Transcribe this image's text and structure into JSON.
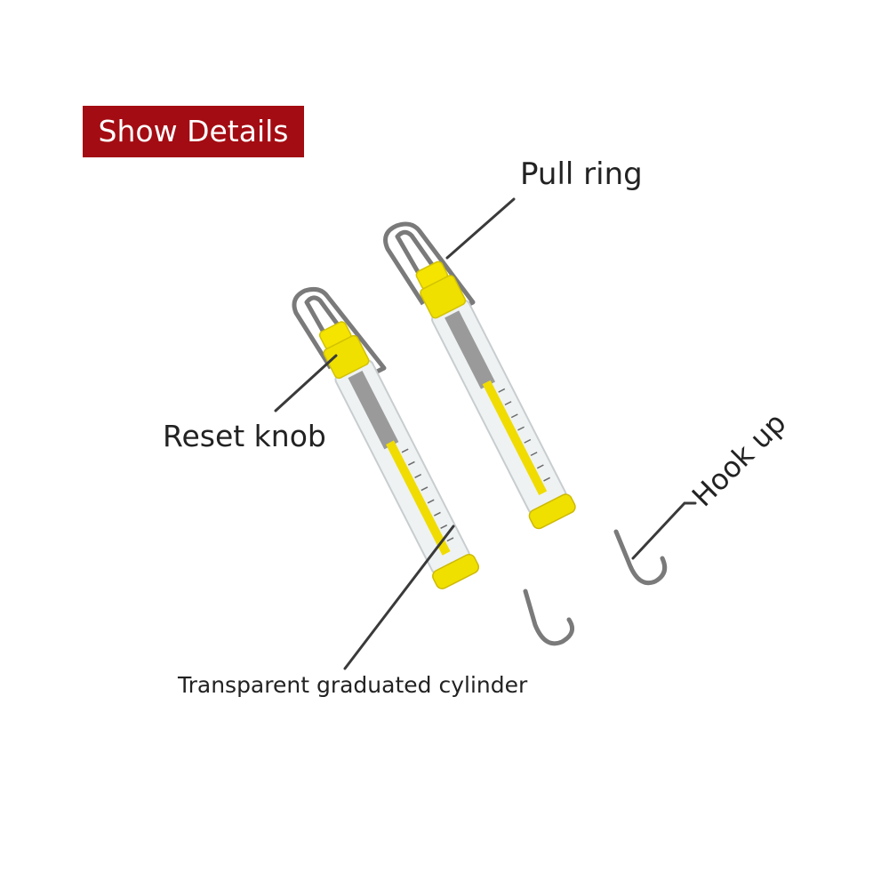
{
  "banner": {
    "label": "Show Details",
    "color": "#a30c12"
  },
  "callouts": {
    "pull_ring": "Pull ring",
    "reset_knob": "Reset knob",
    "hook_up": "Hook up",
    "cylinder": "Transparent graduated cylinder"
  },
  "colors": {
    "body": "#f0e000",
    "knob": "#f5e400",
    "wire": "#7a7a7a",
    "tube": "#e9eef0",
    "leader": "#3a3a3a"
  }
}
